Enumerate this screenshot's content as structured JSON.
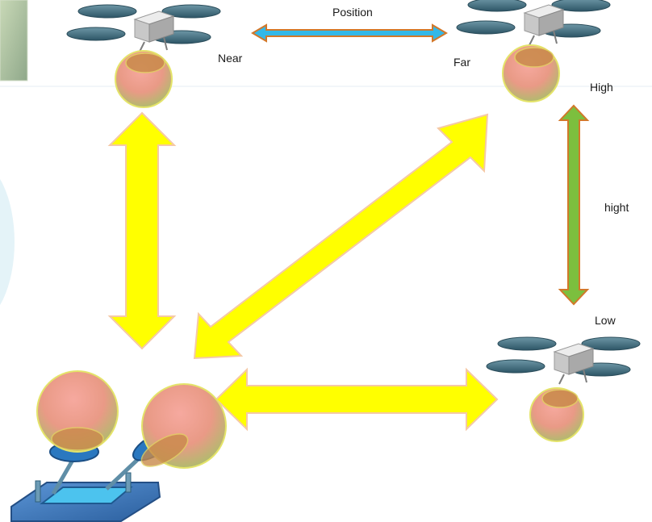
{
  "labels": {
    "position": "Position",
    "near": "Near",
    "far": "Far",
    "high": "High",
    "hight": "hight",
    "low": "Low"
  },
  "colors": {
    "big_arrow_fill": "#ffff00",
    "big_arrow_stroke": "#f5c9a6",
    "position_arrow_fill": "#33b8e8",
    "position_arrow_stroke": "#d2782a",
    "height_arrow_fill": "#7cbf3e",
    "height_arrow_stroke": "#d2782a",
    "drone_rotor": "#3f6e80",
    "drone_body": "#d3d3d3",
    "sphere_top": "#f4a09a",
    "sphere_bottom": "#a7c46a",
    "base_plate": "#3e7cc4"
  },
  "icons": [
    "drone-icon",
    "sphere-antenna-icon",
    "ground-station-icon",
    "person-photo"
  ]
}
